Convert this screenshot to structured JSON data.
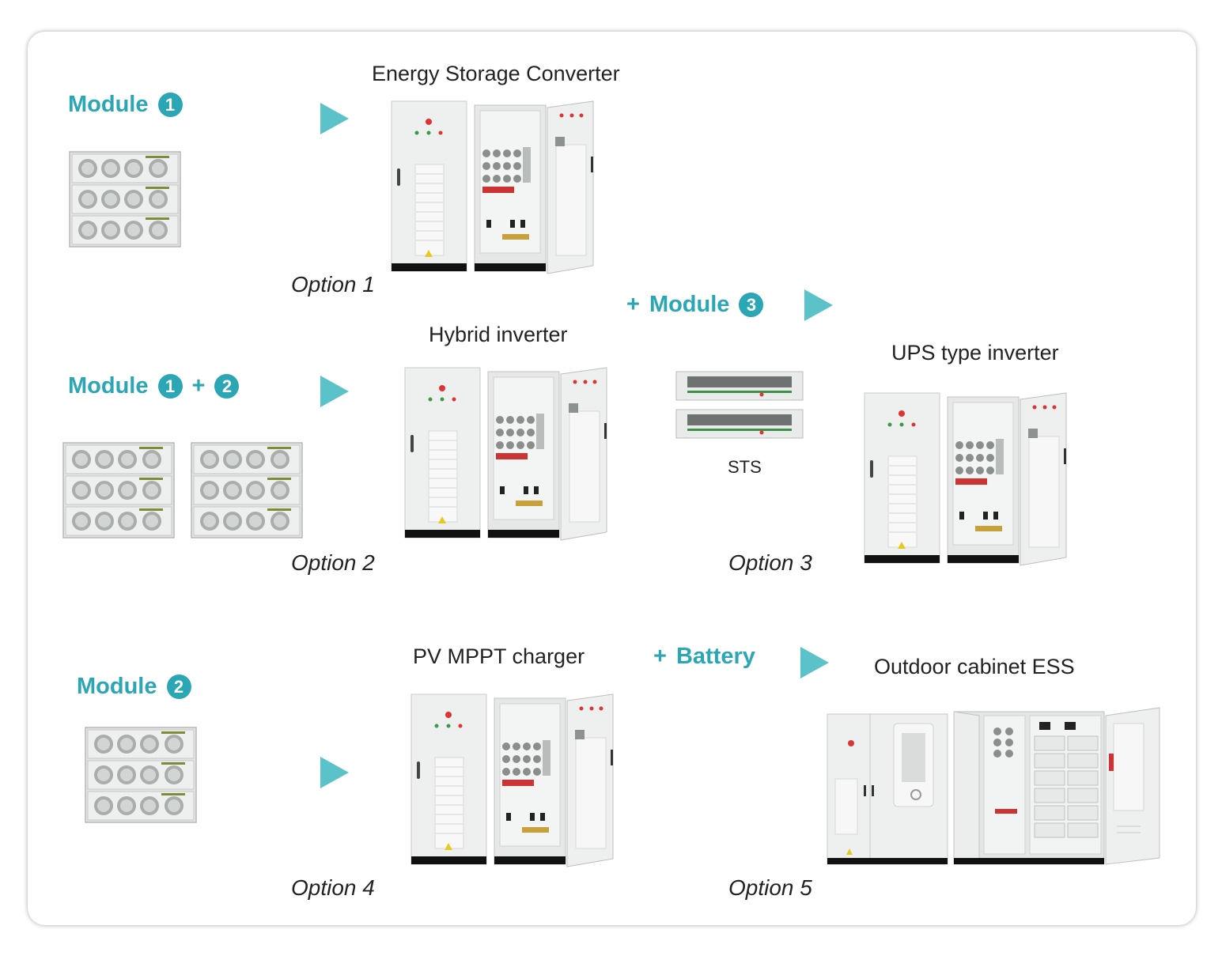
{
  "colors": {
    "accent": "#2aa6b4",
    "cabinet": "#eef0ef",
    "base": "#111111"
  },
  "modules": {
    "m1": {
      "label": "Module",
      "nums": [
        "1"
      ]
    },
    "m12": {
      "label": "Module",
      "nums": [
        "1",
        "2"
      ],
      "joiner": "+"
    },
    "m3": {
      "prefix": "+",
      "label": "Module",
      "nums": [
        "3"
      ]
    },
    "m2": {
      "label": "Module",
      "nums": [
        "2"
      ]
    },
    "battery": {
      "prefix": "+",
      "label": "Battery"
    }
  },
  "titles": {
    "esc": "Energy Storage Converter",
    "hybrid": "Hybrid inverter",
    "ups": "UPS type inverter",
    "pv": "PV MPPT charger",
    "outdoor": "Outdoor cabinet ESS"
  },
  "sts_label": "STS",
  "options": [
    "Option 1",
    "Option 2",
    "Option 3",
    "Option 4",
    "Option 5"
  ],
  "icons": {
    "arrow": "play-triangle-icon",
    "module": "power-module-stack-icon",
    "cabinet": "indoor-cabinet-icon",
    "sts": "sts-rack-unit-icon",
    "outdoor": "outdoor-ess-cabinet-icon"
  }
}
